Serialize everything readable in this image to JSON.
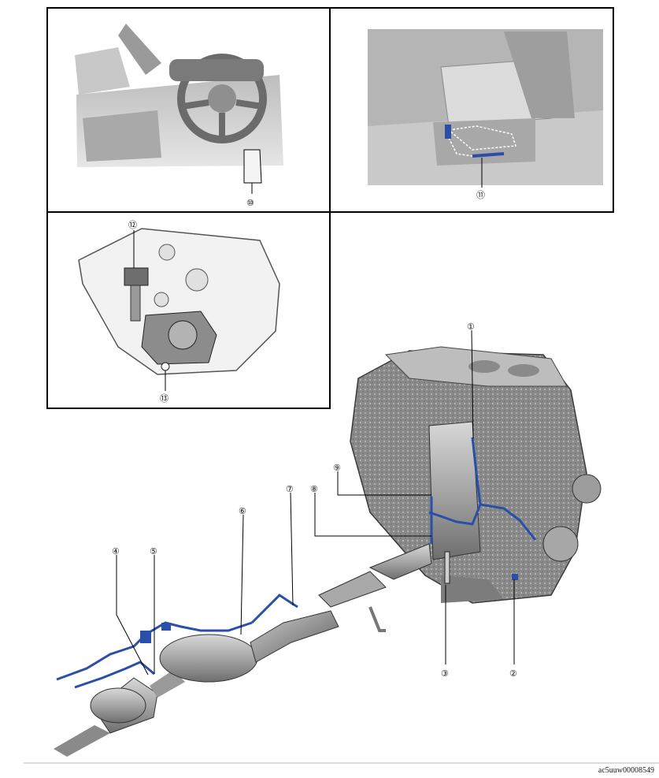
{
  "figure_code": "ac5uuw00008549",
  "callouts": [
    {
      "id": "1",
      "label": "①"
    },
    {
      "id": "2",
      "label": "②"
    },
    {
      "id": "3",
      "label": "③"
    },
    {
      "id": "4",
      "label": "④"
    },
    {
      "id": "5",
      "label": "⑤"
    },
    {
      "id": "6",
      "label": "⑥"
    },
    {
      "id": "7",
      "label": "⑦"
    },
    {
      "id": "8",
      "label": "⑧"
    },
    {
      "id": "9",
      "label": "⑨"
    },
    {
      "id": "10",
      "label": "⑩"
    },
    {
      "id": "11",
      "label": "⑪"
    },
    {
      "id": "12",
      "label": "⑫"
    },
    {
      "id": "13",
      "label": "⑬"
    }
  ],
  "colors": {
    "harness": "#2a4fa8",
    "metal": "#9a9a9a",
    "outline": "#000000"
  }
}
